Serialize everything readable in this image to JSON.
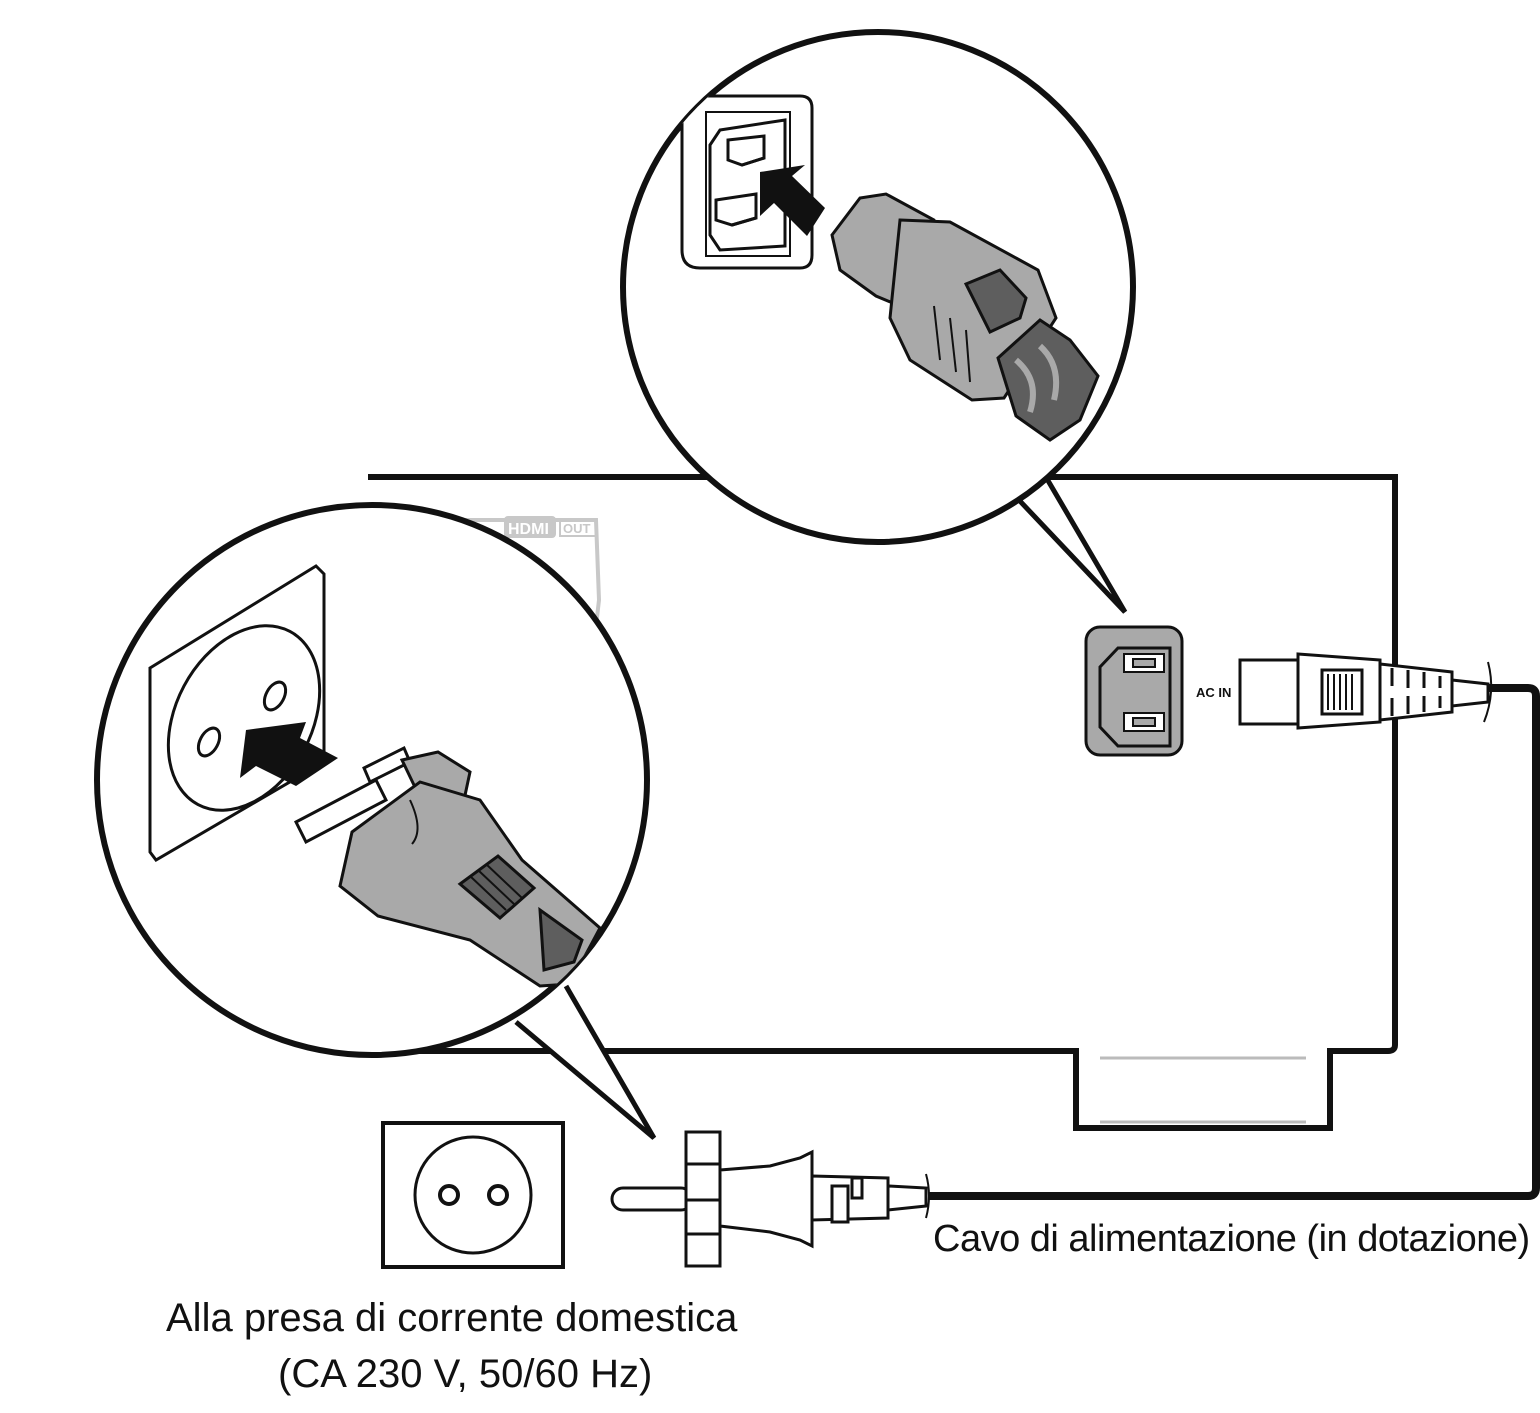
{
  "labels": {
    "ac_in": "AC IN",
    "hdmi": "HDMI",
    "hdmi_out": "OUT",
    "cable": "Cavo di alimentazione (in dotazione)",
    "outlet_line1": "Alla presa di corrente domestica",
    "outlet_line2": "(CA 230 V, 50/60 Hz)"
  },
  "colors": {
    "line": "#111111",
    "plug_fill": "#a9a9a9",
    "plug_dark": "#5e5e5e",
    "panel_label": "#c8c8c8",
    "background": "#ffffff"
  }
}
